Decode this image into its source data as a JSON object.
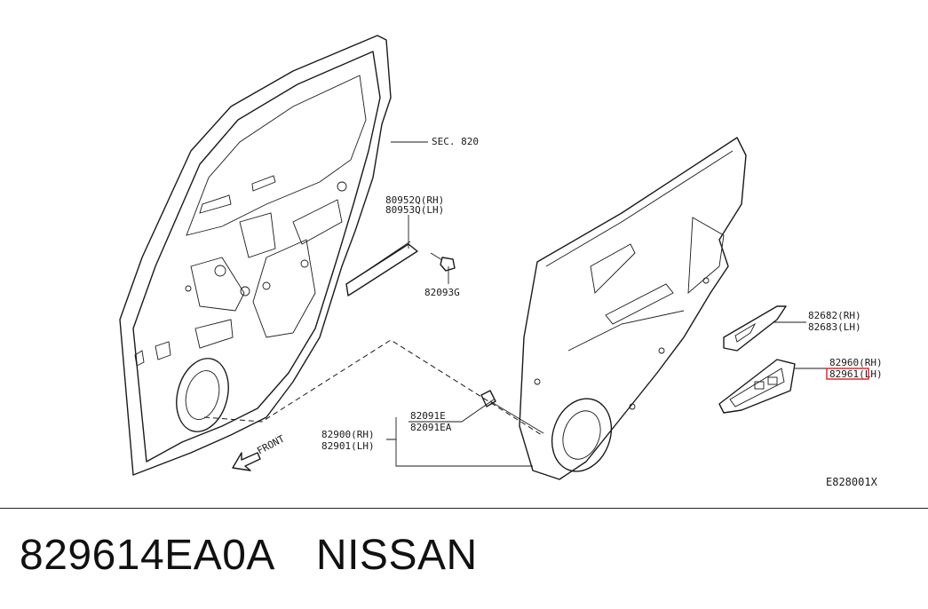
{
  "labels": {
    "sec": "SEC. 820",
    "l80952": "80952Q(RH)",
    "l80953": "80953Q(LH)",
    "l82093": "82093G",
    "l82682": "82682(RH)",
    "l82683": "82683(LH)",
    "l82960": "82960(RH)",
    "l82961": "82961(LH)",
    "l82091e": "82091E",
    "l82091ea": "82091EA",
    "l82900": "82900(RH)",
    "l82901": "82901(LH)",
    "front": "FRONT",
    "ref": "E828001X"
  },
  "footer": {
    "part_number": "829614EA0A",
    "brand": "NISSAN"
  },
  "highlight_color": "#e8262d"
}
